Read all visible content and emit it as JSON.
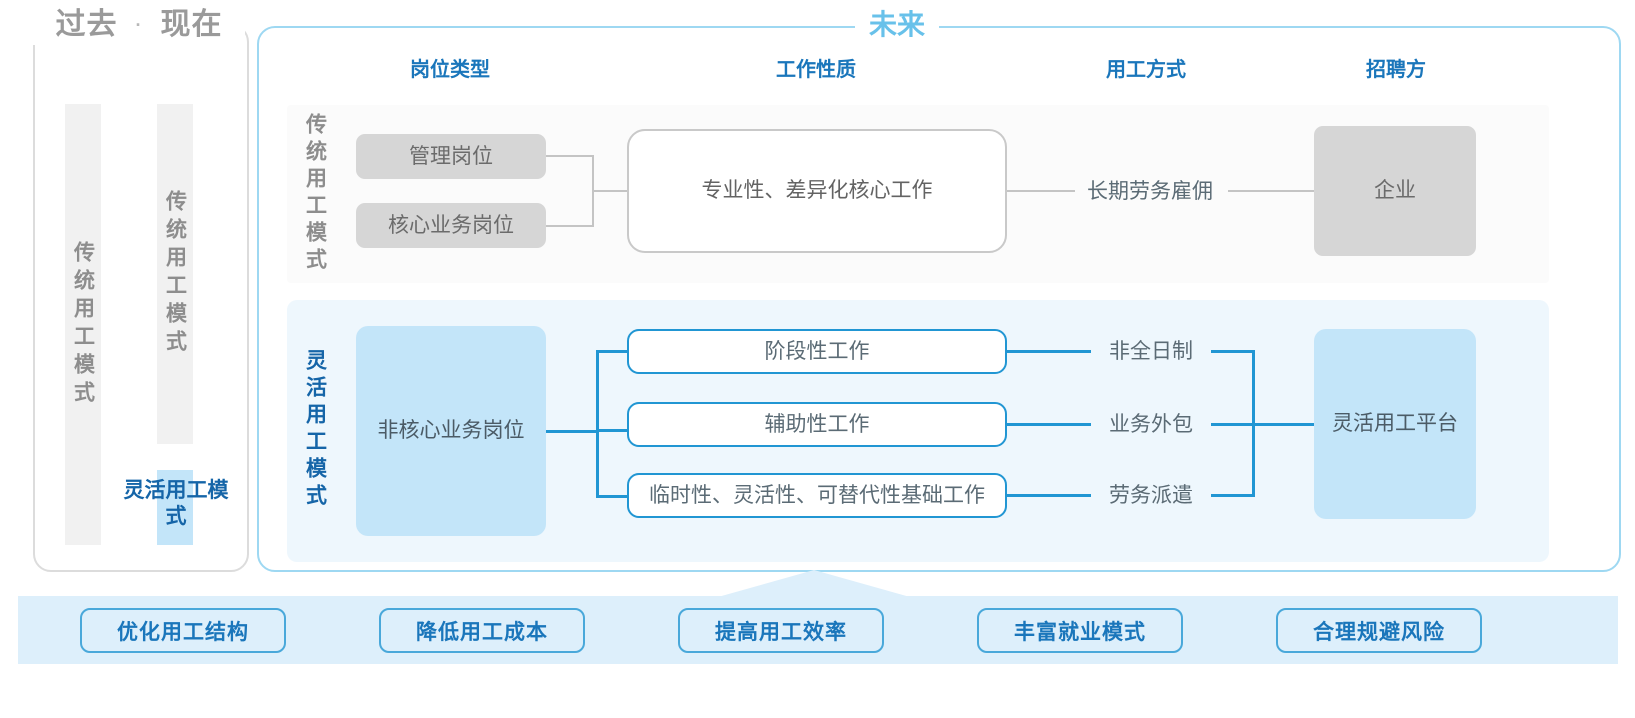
{
  "left_panel": {
    "title_past": "过去",
    "title_separator": "·",
    "title_now": "现在",
    "bar_past_label": "传统用工模式",
    "bar_now_label": "传统用工模式",
    "bar_flex_label": "灵活用工模式",
    "border_color": "#dcdcdc",
    "bar_gray_color": "#f1f1f1",
    "bar_blue_color": "#c3e5f9",
    "accent_color": "#1565a8"
  },
  "right_panel": {
    "title": "未来",
    "title_color": "#68c1ea",
    "border_color": "#9ed8f2",
    "columns": [
      {
        "label": "岗位类型"
      },
      {
        "label": "工作性质"
      },
      {
        "label": "用工方式"
      },
      {
        "label": "招聘方"
      }
    ],
    "rows": [
      {
        "id": "traditional",
        "label": "传统用工模式",
        "theme": "gray",
        "background": "#fbfbfb",
        "job_types": [
          "管理岗位",
          "核心业务岗位"
        ],
        "work_nature": [
          "专业性、差异化核心工作"
        ],
        "employment_methods": [
          "长期劳务雇佣"
        ],
        "recruiter": "企业"
      },
      {
        "id": "flexible",
        "label": "灵活用工模式",
        "theme": "blue",
        "background": "#eef7fd",
        "job_types": [
          "非核心业务岗位"
        ],
        "work_nature": [
          "阶段性工作",
          "辅助性工作",
          "临时性、灵活性、可替代性基础工作"
        ],
        "employment_methods": [
          "非全日制",
          "业务外包",
          "劳务派遣"
        ],
        "recruiter": "灵活用工平台"
      }
    ]
  },
  "bottom_bar": {
    "background": "#ddeffb",
    "accent_color": "#1a76bb",
    "border_color": "#49a8da",
    "benefits": [
      "优化用工结构",
      "降低用工成本",
      "提高用工效率",
      "丰富就业模式",
      "合理规避风险"
    ]
  }
}
